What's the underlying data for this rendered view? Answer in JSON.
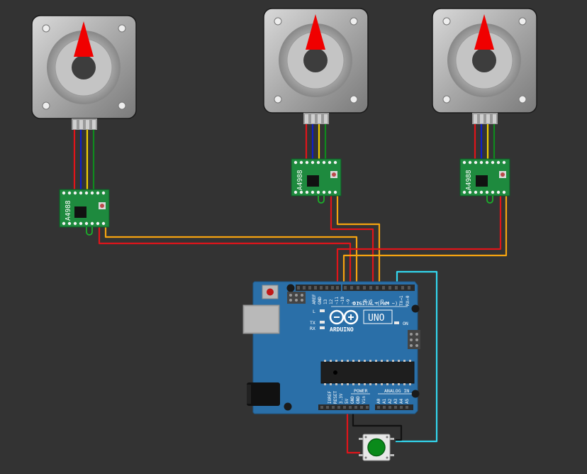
{
  "colors": {
    "background": "#333333",
    "board_blue": "#2a6fa8",
    "driver_green": "#1e8a3e",
    "wire_red": "#e0141a",
    "wire_orange": "#f5a310",
    "wire_blue": "#1020c8",
    "wire_yellow": "#f2d000",
    "wire_green": "#0f8a1e",
    "wire_black": "#111111",
    "wire_cyan": "#33d6ee",
    "needle_red": "#f00000",
    "button_green": "#0a8a1a"
  },
  "motors": [
    {
      "id": "motor-1",
      "icon": "stepper-motor-icon"
    },
    {
      "id": "motor-2",
      "icon": "stepper-motor-icon"
    },
    {
      "id": "motor-3",
      "icon": "stepper-motor-icon"
    }
  ],
  "drivers": [
    {
      "id": "driver-1",
      "label": "A4988"
    },
    {
      "id": "driver-2",
      "label": "A4988"
    },
    {
      "id": "driver-3",
      "label": "A4988"
    }
  ],
  "arduino": {
    "brand": "ARDUINO",
    "model": "UNO",
    "digital_header": "DIGITAL (PWM ~)",
    "power_header": "POWER",
    "analog_header": "ANALOG IN",
    "led_l": "L",
    "led_tx": "TX",
    "led_rx": "RX",
    "led_on": "ON",
    "digital_pins": [
      "AREF",
      "GND",
      "13",
      "12",
      "~11",
      "~10",
      "~9",
      "8",
      "7",
      "~6",
      "~5",
      "4",
      "~3",
      "2",
      "TX→1",
      "RX←0"
    ],
    "power_pins": [
      "IOREF",
      "RESET",
      "3.3V",
      "5V",
      "GND",
      "GND",
      "Vin"
    ],
    "analog_pins": [
      "A0",
      "A1",
      "A2",
      "A3",
      "A4",
      "A5"
    ]
  },
  "pushbutton": {
    "icon": "pushbutton-icon"
  }
}
